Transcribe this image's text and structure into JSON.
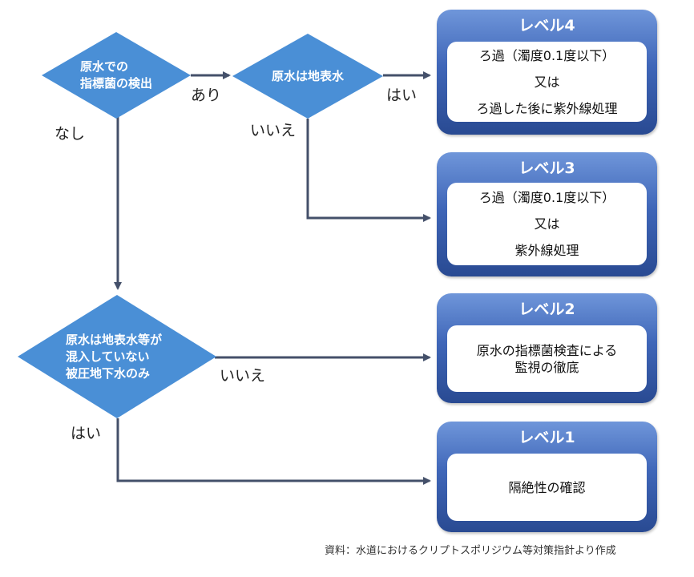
{
  "diamonds": {
    "d1": [
      "原水での",
      "指標菌の検出"
    ],
    "d2": [
      "原水は地表水"
    ],
    "d3": [
      "原水は地表水等が",
      "混入していない",
      "被圧地下水のみ"
    ]
  },
  "labels": {
    "ari": "あり",
    "nashi": "なし",
    "hai_top": "はい",
    "iie_top": "いいえ",
    "iie_mid": "いいえ",
    "hai_bottom": "はい"
  },
  "levels": [
    {
      "title": "レベル4",
      "lines": [
        "ろ過（濁度0.1度以下）",
        "又は",
        "ろ過した後に紫外線処理"
      ]
    },
    {
      "title": "レベル3",
      "lines": [
        "ろ過（濁度0.1度以下）",
        "又は",
        "紫外線処理"
      ]
    },
    {
      "title": "レベル2",
      "lines": [
        "原水の指標菌検査による",
        "監視の徹底"
      ]
    },
    {
      "title": "レベル1",
      "lines": [
        "隔絶性の確認"
      ]
    }
  ],
  "source_note": "資料：水道におけるクリプトスポリジウム等対策指針より作成",
  "colors": {
    "diamond": "#4a8fd6",
    "arrow": "#44506a",
    "level_dark": "#294a92",
    "level_light": "#6f96da"
  }
}
